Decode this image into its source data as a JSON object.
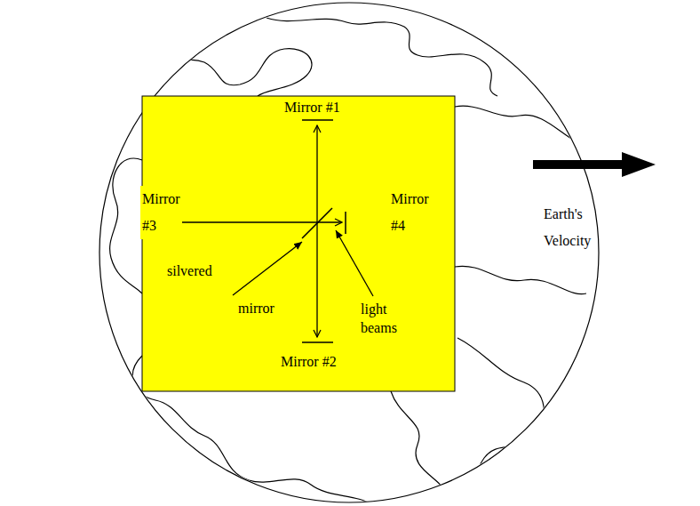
{
  "diagram": {
    "labels": [
      "Mirror #1",
      "Mirror #3",
      "Mirror #4",
      "silvered",
      "mirror",
      "light beams",
      "Mirror #2",
      "Earth's Velocity"
    ]
  }
}
